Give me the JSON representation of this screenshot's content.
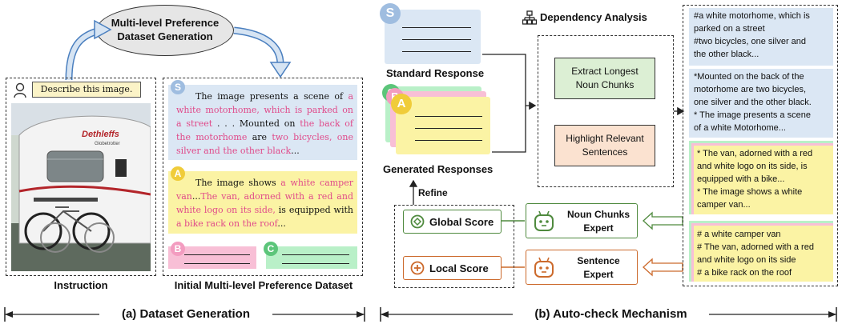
{
  "left": {
    "top_ellipse": {
      "line1": "Multi-level Preference",
      "line2": "Dataset Generation"
    },
    "prompt": "Describe this image.",
    "photo_text": {
      "brand": "Dethleffs",
      "model": "Globetrotter"
    },
    "label_instruction": "Instruction",
    "label_dataset": "Initial Multi-level Preference Dataset",
    "badges": {
      "s": "S",
      "a": "A",
      "b": "B",
      "c": "C"
    },
    "para_s": {
      "t1": "The image presents a scene of ",
      "h1": "a white motorhome, which is parked on a street",
      "t2": " . . . Mounted on ",
      "h2": "the back of the motorhome",
      "t3": " are ",
      "h3": "two bicycles, one silver and the other black",
      "t4": "..."
    },
    "para_a": {
      "t1": "The image shows ",
      "h1": "a white camper van",
      "t2": "...",
      "h2": "The van, adorned with a red and white logo on its side,",
      "t3": " is equipped with ",
      "h3": "a bike rack on the roof",
      "t4": "..."
    },
    "caption": "(a) Dataset Generation"
  },
  "right": {
    "standard_label": "Standard Response",
    "generated_label": "Generated Responses",
    "badges": {
      "s": "S",
      "a": "A",
      "b": "B",
      "c": "C"
    },
    "dependency_title": "Dependency Analysis",
    "extract_box": {
      "line1": "Extract Longest",
      "line2": "Noun Chunks"
    },
    "highlight_box": {
      "line1": "Highlight Relevant",
      "line2": "Sentences"
    },
    "refine": "Refine",
    "global_score": "Global Score",
    "local_score": "Local Score",
    "noun_expert": {
      "line1": "Noun Chunks",
      "line2": "Expert"
    },
    "sentence_expert": {
      "line1": "Sentence",
      "line2": "Expert"
    },
    "box1_lines": [
      "#a white motorhome, which is",
      "parked on a street",
      "#two bicycles, one silver and",
      "the other black..."
    ],
    "box2_lines": [
      "*Mounted on the back of the",
      "motorhome are two bicycles,",
      "one silver and the other black.",
      "*  The image presents a scene",
      "of a white Motorhome..."
    ],
    "box3_lines": [
      "* The van, adorned with a red",
      "and white logo on its side, is",
      "equipped with a bike...",
      "*  The image shows a white",
      "camper van..."
    ],
    "box4_lines": [
      "# a white camper van",
      "# The van, adorned with a red",
      "and white logo on its side",
      "# a bike rack on the roof"
    ],
    "caption": "(b) Auto-check Mechanism"
  },
  "colors": {
    "blue_fill": "#dbe7f4",
    "yellow_fill": "#fbf3a4",
    "pink_fill": "#f8bfd6",
    "green_fill": "#b9f0c8",
    "orange_box": "#fbe2d0",
    "green_box": "#dcefd4",
    "green_stroke": "#4f8a3e",
    "orange_stroke": "#cc6a2c",
    "highlight_text": "#e04a8a"
  }
}
